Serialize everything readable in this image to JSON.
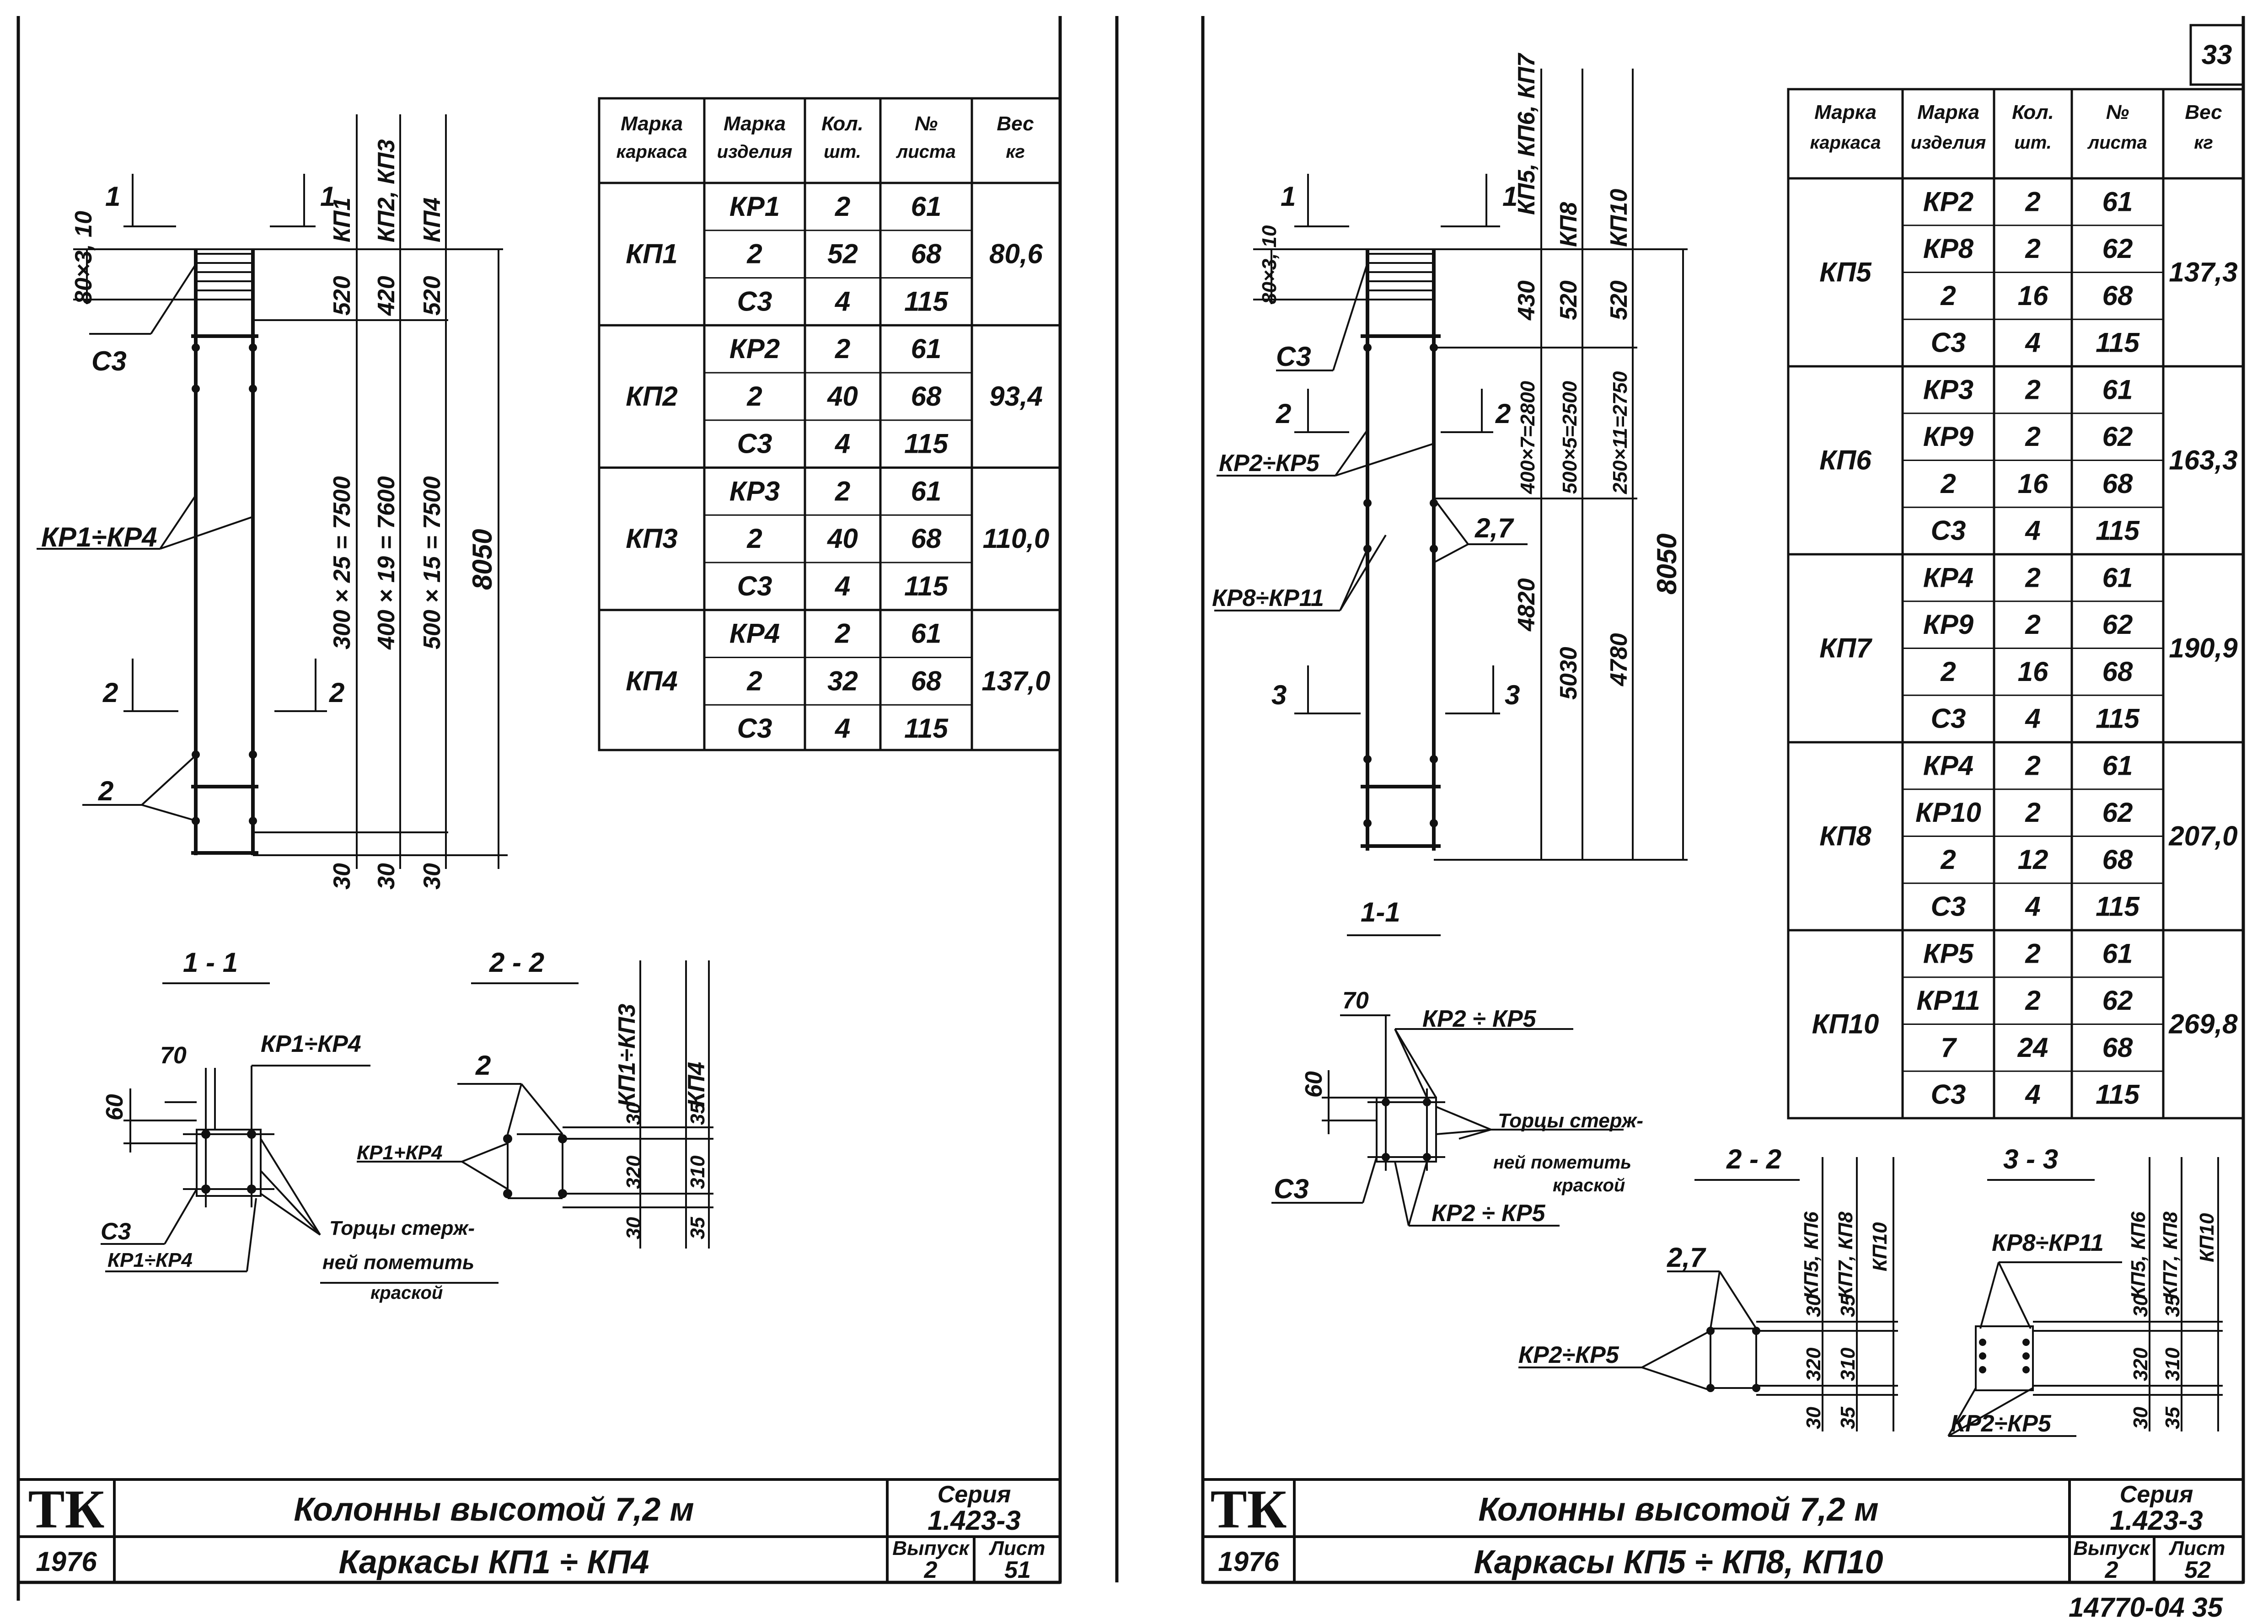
{
  "page_number": "33",
  "stamp": "14770-04   35",
  "left": {
    "table": {
      "headers": [
        [
          "Марка",
          "каркаса"
        ],
        [
          "Марка",
          "изделия"
        ],
        [
          "Кол.",
          "шт."
        ],
        [
          "№",
          "листа"
        ],
        [
          "Вес",
          "кг"
        ]
      ],
      "groups": [
        {
          "frame": "КП1",
          "weight": "80,6",
          "rows": [
            [
              "КР1",
              "2",
              "61"
            ],
            [
              "2",
              "52",
              "68"
            ],
            [
              "С3",
              "4",
              "115"
            ]
          ]
        },
        {
          "frame": "КП2",
          "weight": "93,4",
          "rows": [
            [
              "КР2",
              "2",
              "61"
            ],
            [
              "2",
              "40",
              "68"
            ],
            [
              "С3",
              "4",
              "115"
            ]
          ]
        },
        {
          "frame": "КП3",
          "weight": "110,0",
          "rows": [
            [
              "КР3",
              "2",
              "61"
            ],
            [
              "2",
              "40",
              "68"
            ],
            [
              "С3",
              "4",
              "115"
            ]
          ]
        },
        {
          "frame": "КП4",
          "weight": "137,0",
          "rows": [
            [
              "КР4",
              "2",
              "61"
            ],
            [
              "2",
              "32",
              "68"
            ],
            [
              "С3",
              "4",
              "115"
            ]
          ]
        }
      ]
    },
    "elevation": {
      "section_marks": [
        "1",
        "1",
        "2",
        "2"
      ],
      "col_heads": [
        "КП1",
        "КП2, КП3",
        "КП4"
      ],
      "top_dims": [
        "520",
        "420",
        "520"
      ],
      "main_dims": [
        "300 × 25 = 7500",
        "400 × 19 = 7600",
        "500 × 15 = 7500"
      ],
      "total": "8050",
      "bottom_dims": [
        "30",
        "30",
        "30"
      ],
      "spacing_label": "80×3, 10",
      "labels": {
        "c3": "С3",
        "kr": "КР1÷КР4",
        "two": "2"
      }
    },
    "section11": {
      "title": "1 - 1",
      "dims": [
        "70",
        "60"
      ],
      "labels": [
        "КР1÷КР4",
        "С3",
        "КР1÷КР4"
      ],
      "note": [
        "Торцы стерж-",
        "ней пометить",
        "краской"
      ]
    },
    "section22": {
      "title": "2 - 2",
      "label2": "2",
      "label_kr": "КР1+КР4",
      "col_heads": [
        "КП1÷КП3",
        "КП4"
      ],
      "dims_a": [
        "30",
        "320",
        "30"
      ],
      "dims_b": [
        "35",
        "310",
        "35"
      ]
    },
    "title_block": {
      "logo": "ТК",
      "year": "1976",
      "line1": "Колонны  высотой 7,2 м",
      "line2": "Каркасы   КП1 ÷ КП4",
      "series_label": "Серия",
      "series": "1.423-3",
      "issue_label": "Выпуск",
      "issue": "2",
      "sheet_label": "Лист",
      "sheet": "51"
    }
  },
  "right": {
    "table": {
      "headers": [
        [
          "Марка",
          "каркаса"
        ],
        [
          "Марка",
          "изделия"
        ],
        [
          "Кол.",
          "шт."
        ],
        [
          "№",
          "листа"
        ],
        [
          "Вес",
          "кг"
        ]
      ],
      "groups": [
        {
          "frame": "КП5",
          "weight": "137,3",
          "rows": [
            [
              "КР2",
              "2",
              "61"
            ],
            [
              "КР8",
              "2",
              "62"
            ],
            [
              "2",
              "16",
              "68"
            ],
            [
              "С3",
              "4",
              "115"
            ]
          ]
        },
        {
          "frame": "КП6",
          "weight": "163,3",
          "rows": [
            [
              "КР3",
              "2",
              "61"
            ],
            [
              "КР9",
              "2",
              "62"
            ],
            [
              "2",
              "16",
              "68"
            ],
            [
              "С3",
              "4",
              "115"
            ]
          ]
        },
        {
          "frame": "КП7",
          "weight": "190,9",
          "rows": [
            [
              "КР4",
              "2",
              "61"
            ],
            [
              "КР9",
              "2",
              "62"
            ],
            [
              "2",
              "16",
              "68"
            ],
            [
              "С3",
              "4",
              "115"
            ]
          ]
        },
        {
          "frame": "КП8",
          "weight": "207,0",
          "rows": [
            [
              "КР4",
              "2",
              "61"
            ],
            [
              "КР10",
              "2",
              "62"
            ],
            [
              "2",
              "12",
              "68"
            ],
            [
              "С3",
              "4",
              "115"
            ]
          ]
        },
        {
          "frame": "КП10",
          "weight": "269,8",
          "rows": [
            [
              "КР5",
              "2",
              "61"
            ],
            [
              "КР11",
              "2",
              "62"
            ],
            [
              "7",
              "24",
              "68"
            ],
            [
              "С3",
              "4",
              "115"
            ]
          ]
        }
      ]
    },
    "elevation": {
      "section_marks": [
        "1",
        "1",
        "2",
        "2",
        "3",
        "3"
      ],
      "col_heads": [
        "КП5, КП6, КП7",
        "КП8",
        "КП10"
      ],
      "top_dims": [
        "430",
        "520",
        "520"
      ],
      "main_dims": [
        "400×7=2800",
        "500×5=2500",
        "250×11=2750"
      ],
      "lower_dims": [
        "4820",
        "5030",
        "4780"
      ],
      "total": "8050",
      "spacing_label": "80×3, 10",
      "labels": {
        "c3": "С3",
        "kr25": "КР2÷КР5",
        "kr811": "КР8÷КР11",
        "two": "2,7"
      }
    },
    "section11": {
      "title": "1-1",
      "dims": [
        "70",
        "60"
      ],
      "labels": [
        "КР2 ÷ КР5",
        "С3",
        "КР2 ÷ КР5"
      ],
      "note": [
        "Торцы стерж-",
        "ней пометить",
        "краской"
      ]
    },
    "section22": {
      "title": "2 - 2",
      "label2": "2,7",
      "label_kr": "КР2÷КР5",
      "col_heads": [
        "КП5, КП6",
        "КП7, КП8",
        "КП10"
      ],
      "dims_a": [
        "30",
        "320",
        "30"
      ],
      "dims_b": [
        "35",
        "310",
        "35"
      ]
    },
    "section33": {
      "title": "3 - 3",
      "label_top": "КР8÷КР11",
      "label_bot": "КР2÷КР5",
      "col_heads": [
        "КП5, КП6",
        "КП7, КП8",
        "КП10"
      ],
      "dims_a": [
        "30",
        "320",
        "30"
      ],
      "dims_b": [
        "35",
        "310",
        "35"
      ]
    },
    "title_block": {
      "logo": "ТК",
      "year": "1976",
      "line1": "Колонны  высотой 7,2 м",
      "line2": "Каркасы   КП5 ÷ КП8, КП10",
      "series_label": "Серия",
      "series": "1.423-3",
      "issue_label": "Выпуск",
      "issue": "2",
      "sheet_label": "Лист",
      "sheet": "52"
    }
  }
}
